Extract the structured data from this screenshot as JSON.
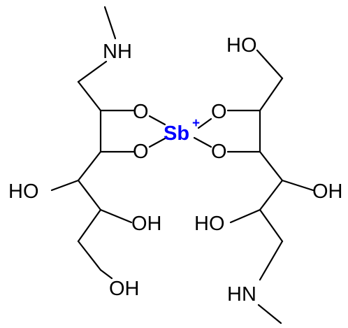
{
  "molecule": {
    "labels": {
      "nh_top": "NH",
      "oh_top_right": "HO",
      "o_left_upper": "O",
      "o_left_lower": "O",
      "o_right_upper": "O",
      "o_right_lower": "O",
      "sb": "Sb",
      "charge": "+",
      "ho_left_mid": "HO",
      "oh_left_low": "OH",
      "oh_left_bottom": "OH",
      "oh_right_mid": "OH",
      "ho_right_low": "HO",
      "hn_bottom": "HN"
    },
    "colors": {
      "sb": "#0000ff",
      "bonds": "#000000",
      "text": "#000000"
    }
  }
}
